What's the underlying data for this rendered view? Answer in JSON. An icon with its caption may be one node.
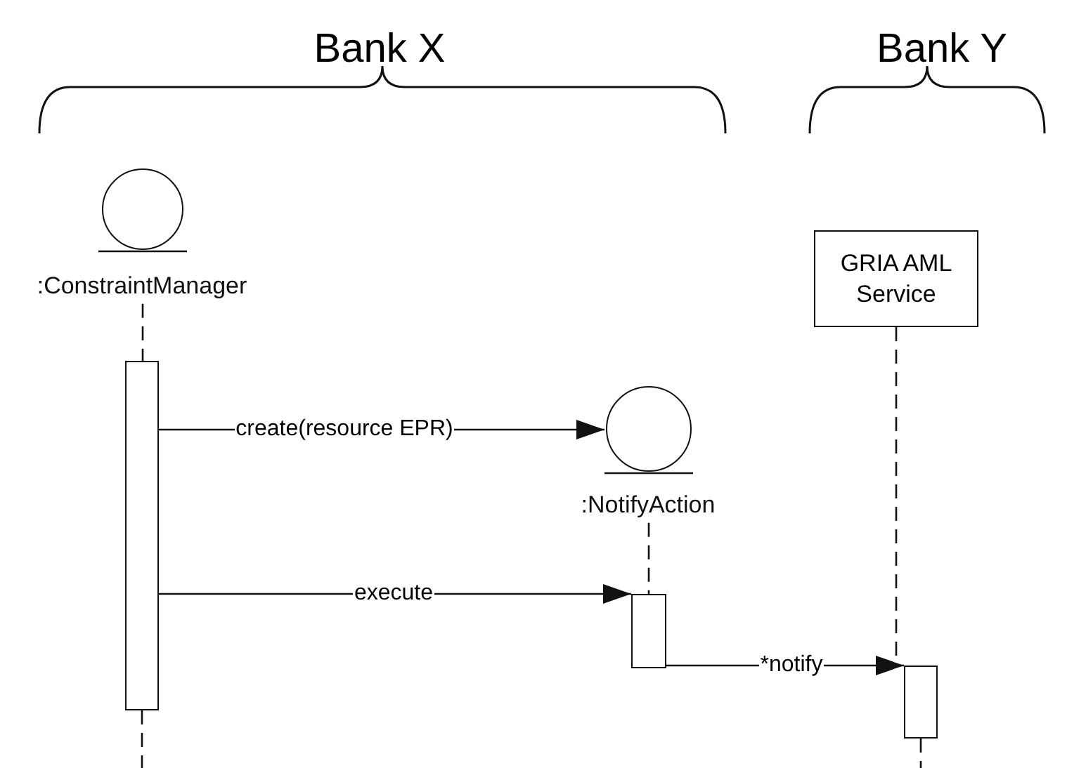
{
  "diagram": {
    "nodes": [
      {
        "text": [
          ":ConstraintManager"
        ]
      },
      {
        "text": [
          "GRIA AML Service"
        ]
      },
      {
        "text": [
          ":NotifyAction"
        ]
      },
      {
        "text": [],
        "shape": "bar"
      },
      {
        "text": [],
        "shape": "bar"
      },
      {
        "text": [],
        "shape": "bar"
      }
    ],
    "edges": [
      {
        "from": 0,
        "to": 3,
        "arrow": "none",
        "style": "dashed"
      },
      {
        "from": 3,
        "to": null,
        "arrow": "none",
        "style": "dashed"
      },
      {
        "from": 1,
        "to": 5,
        "arrow": "none",
        "style": "dashed"
      },
      {
        "from": 5,
        "to": null,
        "arrow": "none",
        "style": "dashed"
      },
      {
        "from": 2,
        "to": 4,
        "arrow": "none",
        "style": "dashed"
      },
      {
        "from": 3,
        "to": 2,
        "label": "create(resource EPR)",
        "arrow": "to"
      },
      {
        "from": 3,
        "to": 4,
        "label": "execute",
        "arrow": "to"
      },
      {
        "from": 4,
        "to": 5,
        "label": "*notify",
        "arrow": "to"
      }
    ],
    "labels": [
      "Bank X",
      "Bank Y"
    ]
  }
}
